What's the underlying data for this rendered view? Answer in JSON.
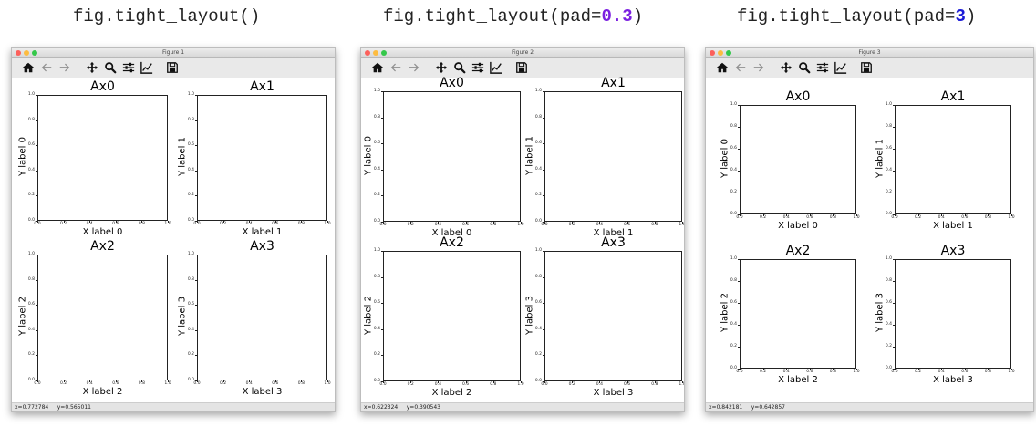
{
  "captions": [
    {
      "text": "fig.tight_layout()",
      "pre": "fig.tight_layout()",
      "num": "",
      "post": "",
      "num_color": ""
    },
    {
      "text": "fig.tight_layout(pad=0.3)",
      "pre": "fig.tight_layout(pad=",
      "num": "0.3",
      "post": ")",
      "num_color": "#7b1fe0"
    },
    {
      "text": "fig.tight_layout(pad=3)",
      "pre": "fig.tight_layout(pad=",
      "num": "3",
      "post": ")",
      "num_color": "#1a1ad6"
    }
  ],
  "windows": [
    {
      "title": "Figure 1",
      "status": "x=0.772784     y=0.565011"
    },
    {
      "title": "Figure 2",
      "status": "x=0.622324     y=0.390543"
    },
    {
      "title": "Figure 3",
      "status": "x=0.842181     y=0.642857"
    }
  ],
  "toolbar_icons": [
    "home-icon",
    "back-arrow-icon",
    "forward-arrow-icon",
    "pan-move-icon",
    "zoom-magnifier-icon",
    "subplots-sliders-icon",
    "edit-axes-icon",
    "save-disk-icon"
  ],
  "axes": [
    {
      "title": "Ax0",
      "xlabel": "X label 0",
      "ylabel": "Y label 0"
    },
    {
      "title": "Ax1",
      "xlabel": "X label 1",
      "ylabel": "Y label 1"
    },
    {
      "title": "Ax2",
      "xlabel": "X label 2",
      "ylabel": "Y label 2"
    },
    {
      "title": "Ax3",
      "xlabel": "X label 3",
      "ylabel": "Y label 3"
    }
  ],
  "ticks": [
    "0.0",
    "0.2",
    "0.4",
    "0.6",
    "0.8",
    "1.0"
  ],
  "colors": {
    "pad_0_3": "#7b1fe0",
    "pad_3": "#1a1ad6"
  }
}
